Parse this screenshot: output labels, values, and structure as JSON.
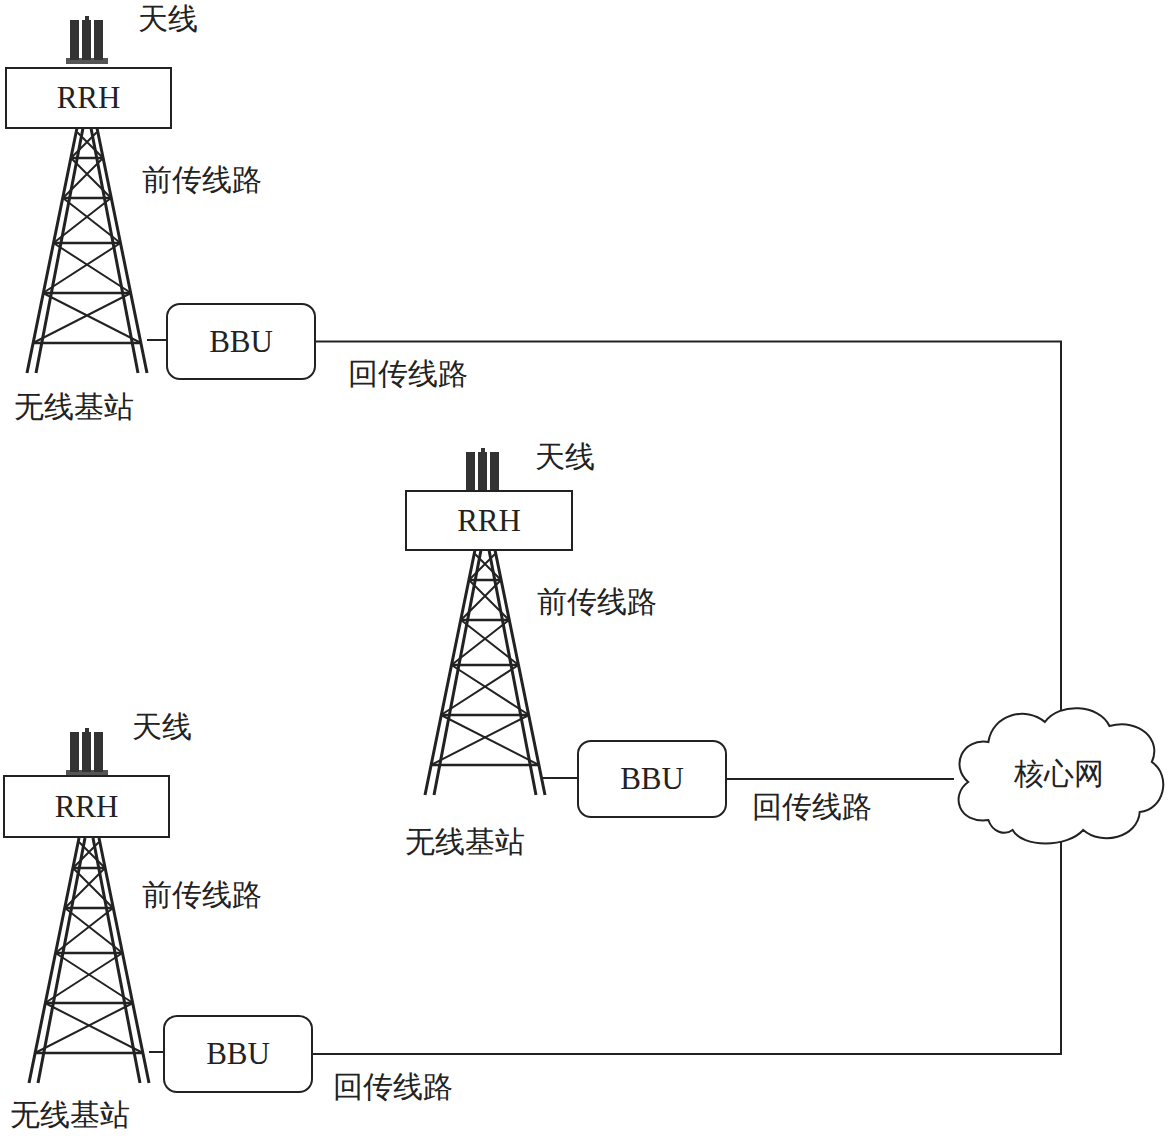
{
  "diagram": {
    "nodes": [
      {
        "text": [
          "RRH"
        ]
      },
      {
        "text": [
          "BBU"
        ]
      },
      {
        "text": [
          "RRH"
        ]
      },
      {
        "text": [
          "BBU"
        ]
      },
      {
        "text": [
          "核心网"
        ]
      },
      {
        "text": [
          "RRH"
        ]
      },
      {
        "text": [
          "BBU"
        ]
      }
    ],
    "edges": [
      {
        "from": 1,
        "to": 4,
        "arrow": "none"
      },
      {
        "from": 3,
        "to": 4,
        "arrow": "none"
      },
      {
        "from": 6,
        "to": 4,
        "arrow": "none"
      }
    ],
    "labels": [
      "天线",
      "前传线路",
      "无线基站",
      "回传线路",
      "天线",
      "前传线路",
      "无线基站",
      "回传线路",
      "天线",
      "前传线路",
      "无线基站",
      "回传线路"
    ]
  }
}
